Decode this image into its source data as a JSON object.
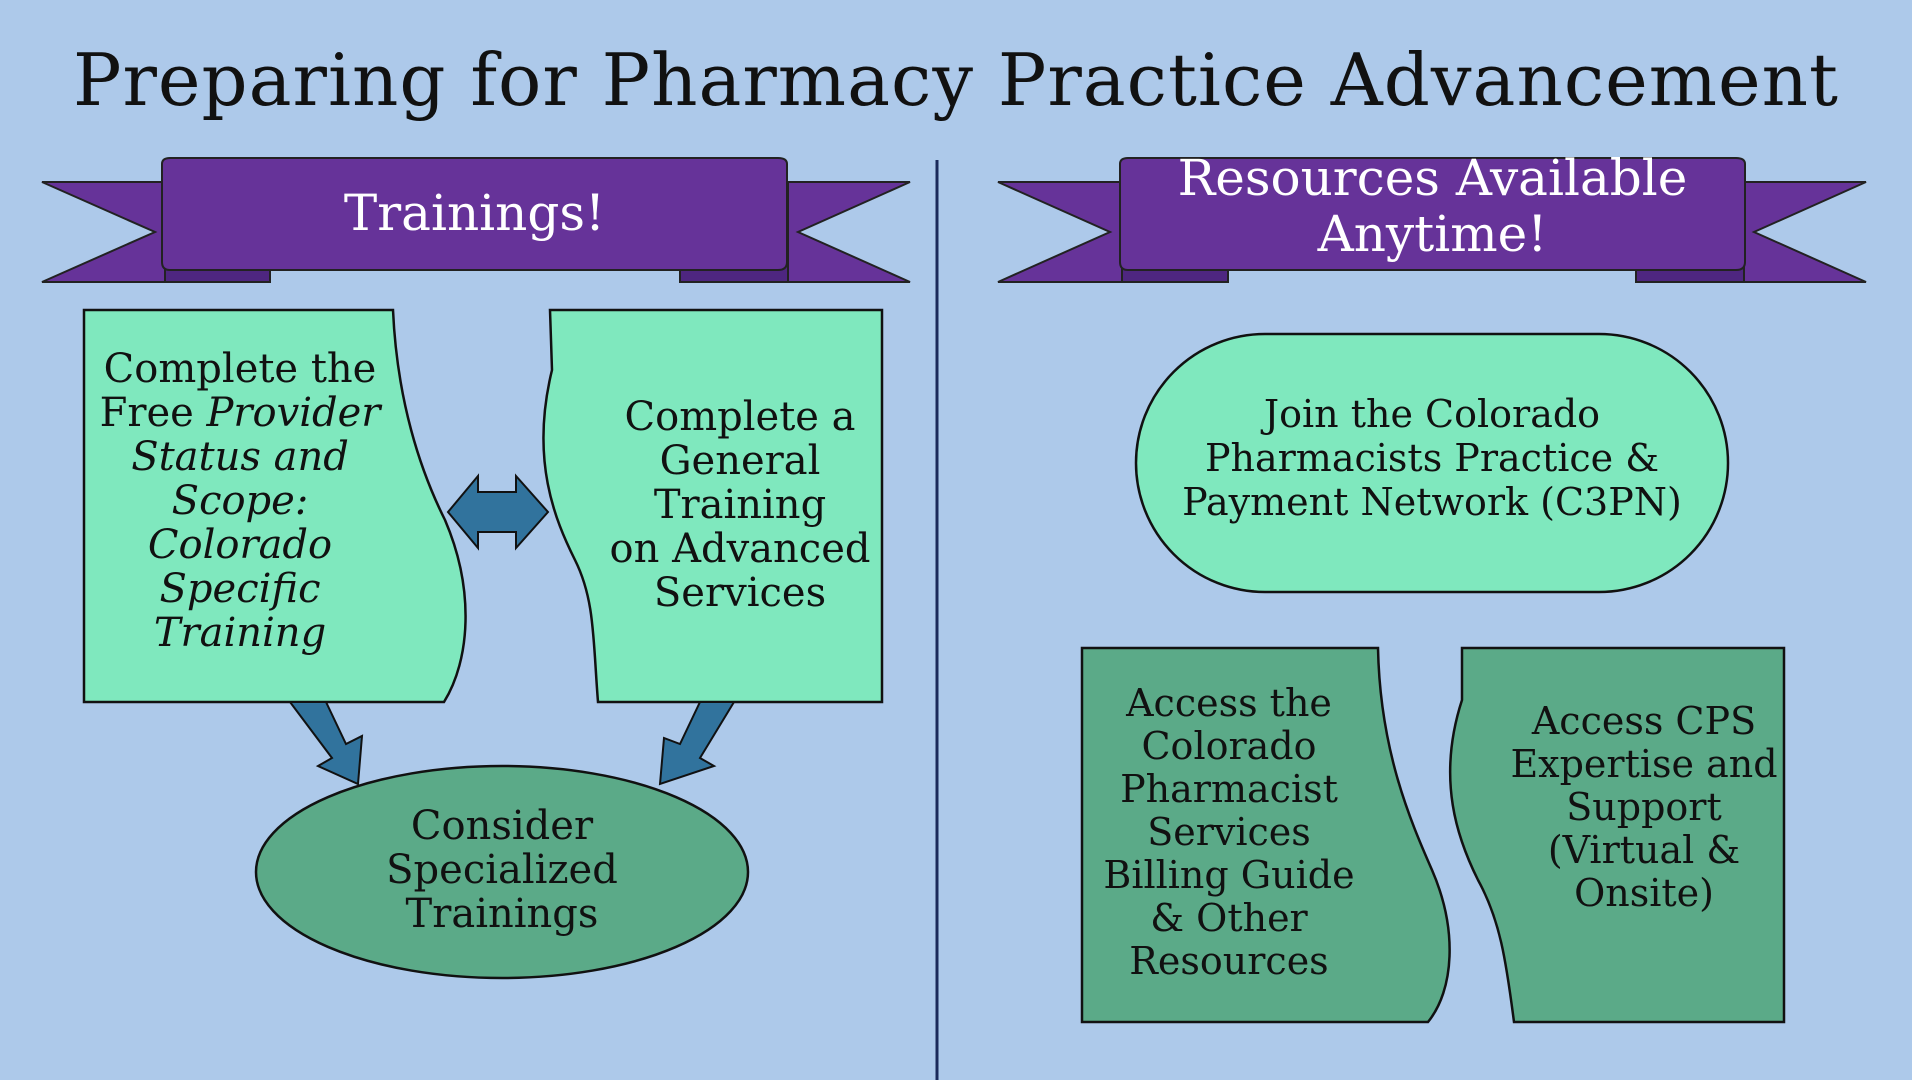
{
  "title": "Preparing for Pharmacy Practice Advancement",
  "colors": {
    "background": "#ADC9EA",
    "ribbon": "#663399",
    "light_node": "#7FE8BE",
    "dark_node": "#5BAA88",
    "arrow": "#31739D",
    "divider": "#1B2A5A"
  },
  "left": {
    "banner": "Trainings!",
    "free_training": {
      "line1": "Complete the",
      "line2_plain": "Free ",
      "line2_italic": "Provider",
      "line3": "Status and",
      "line4": "Scope:",
      "line5": "Colorado",
      "line6": "Specific",
      "line7": "Training"
    },
    "general_training": [
      "Complete a",
      "General",
      "Training",
      "on Advanced",
      "Services"
    ],
    "specialized": [
      "Consider",
      "Specialized",
      "Trainings"
    ]
  },
  "right": {
    "banner": [
      "Resources Available",
      "Anytime!"
    ],
    "network": [
      "Join the Colorado",
      "Pharmacists Practice &",
      "Payment Network (C3PN)"
    ],
    "billing": [
      "Access the",
      "Colorado",
      "Pharmacist",
      "Services",
      "Billing Guide",
      "& Other",
      "Resources"
    ],
    "expertise": [
      "Access CPS",
      "Expertise and",
      "Support",
      "(Virtual &",
      "Onsite)"
    ]
  }
}
